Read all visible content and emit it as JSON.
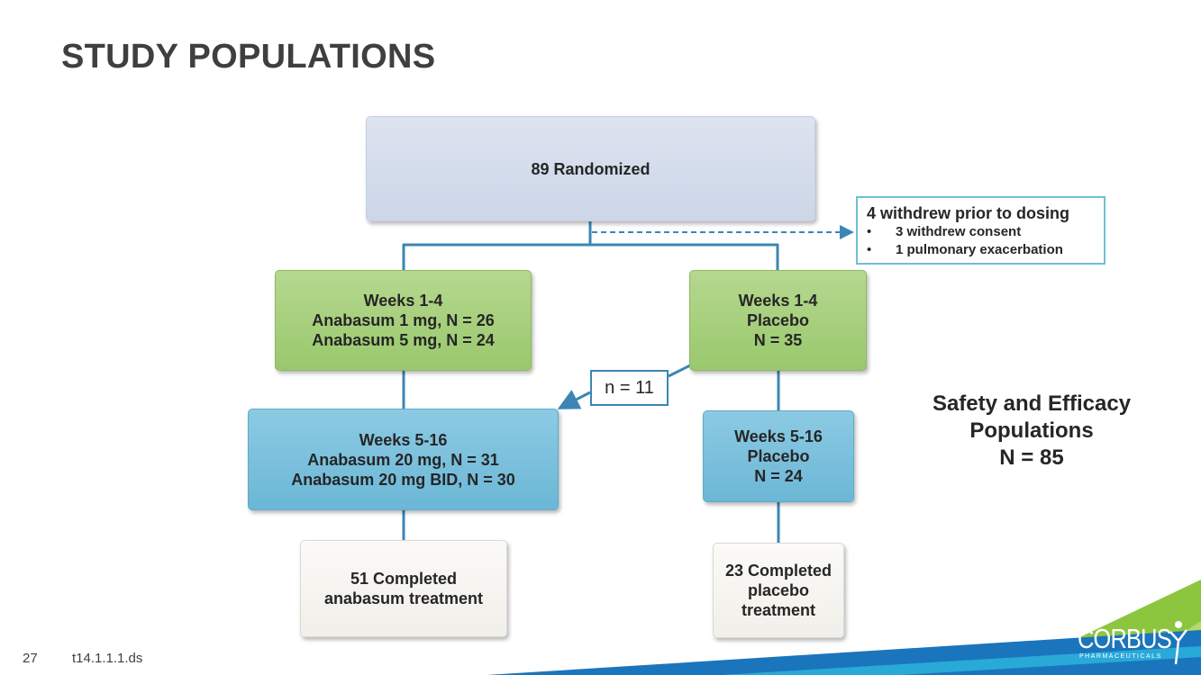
{
  "slide": {
    "title": "STUDY POPULATIONS",
    "page_number": "27",
    "reference": "t14.1.1.1.ds"
  },
  "flow": {
    "randomized": "89 Randomized",
    "withdrew": {
      "title": "4 withdrew prior to dosing",
      "bullet_symbol": "•",
      "items": [
        "3 withdrew consent",
        "1 pulmonary exacerbation"
      ]
    },
    "active_weeks_1_4": {
      "lines": [
        "Weeks 1-4",
        "Anabasum 1 mg, N = 26",
        "Anabasum 5 mg, N = 24"
      ]
    },
    "placebo_weeks_1_4": {
      "lines": [
        "Weeks 1-4",
        "Placebo",
        "N = 35"
      ]
    },
    "crossover": "n = 11",
    "active_weeks_5_16": {
      "lines": [
        "Weeks 5-16",
        "Anabasum 20 mg, N = 31",
        "Anabasum 20 mg BID, N = 30"
      ]
    },
    "placebo_weeks_5_16": {
      "lines": [
        "Weeks 5-16",
        "Placebo",
        "N = 24"
      ]
    },
    "active_completed": {
      "lines": [
        "51 Completed",
        "anabasum treatment"
      ]
    },
    "placebo_completed": {
      "lines": [
        "23 Completed",
        "placebo",
        "treatment"
      ]
    }
  },
  "safety": {
    "lines": [
      "Safety and Efficacy",
      "Populations",
      "N = 85"
    ]
  },
  "logo": {
    "name": "CORBUS",
    "subtitle": "PHARMACEUTICALS"
  },
  "colors": {
    "connector": "#3b86b4",
    "dashed_connector": "#3b86b4",
    "green_box": "#a6cf7d",
    "blue_box": "#78bfdc",
    "randomized_box": "#d4dcec",
    "withdrew_border": "#6fc0d1",
    "footer_green": "#8cc63f",
    "footer_blue": "#1b75bc"
  }
}
